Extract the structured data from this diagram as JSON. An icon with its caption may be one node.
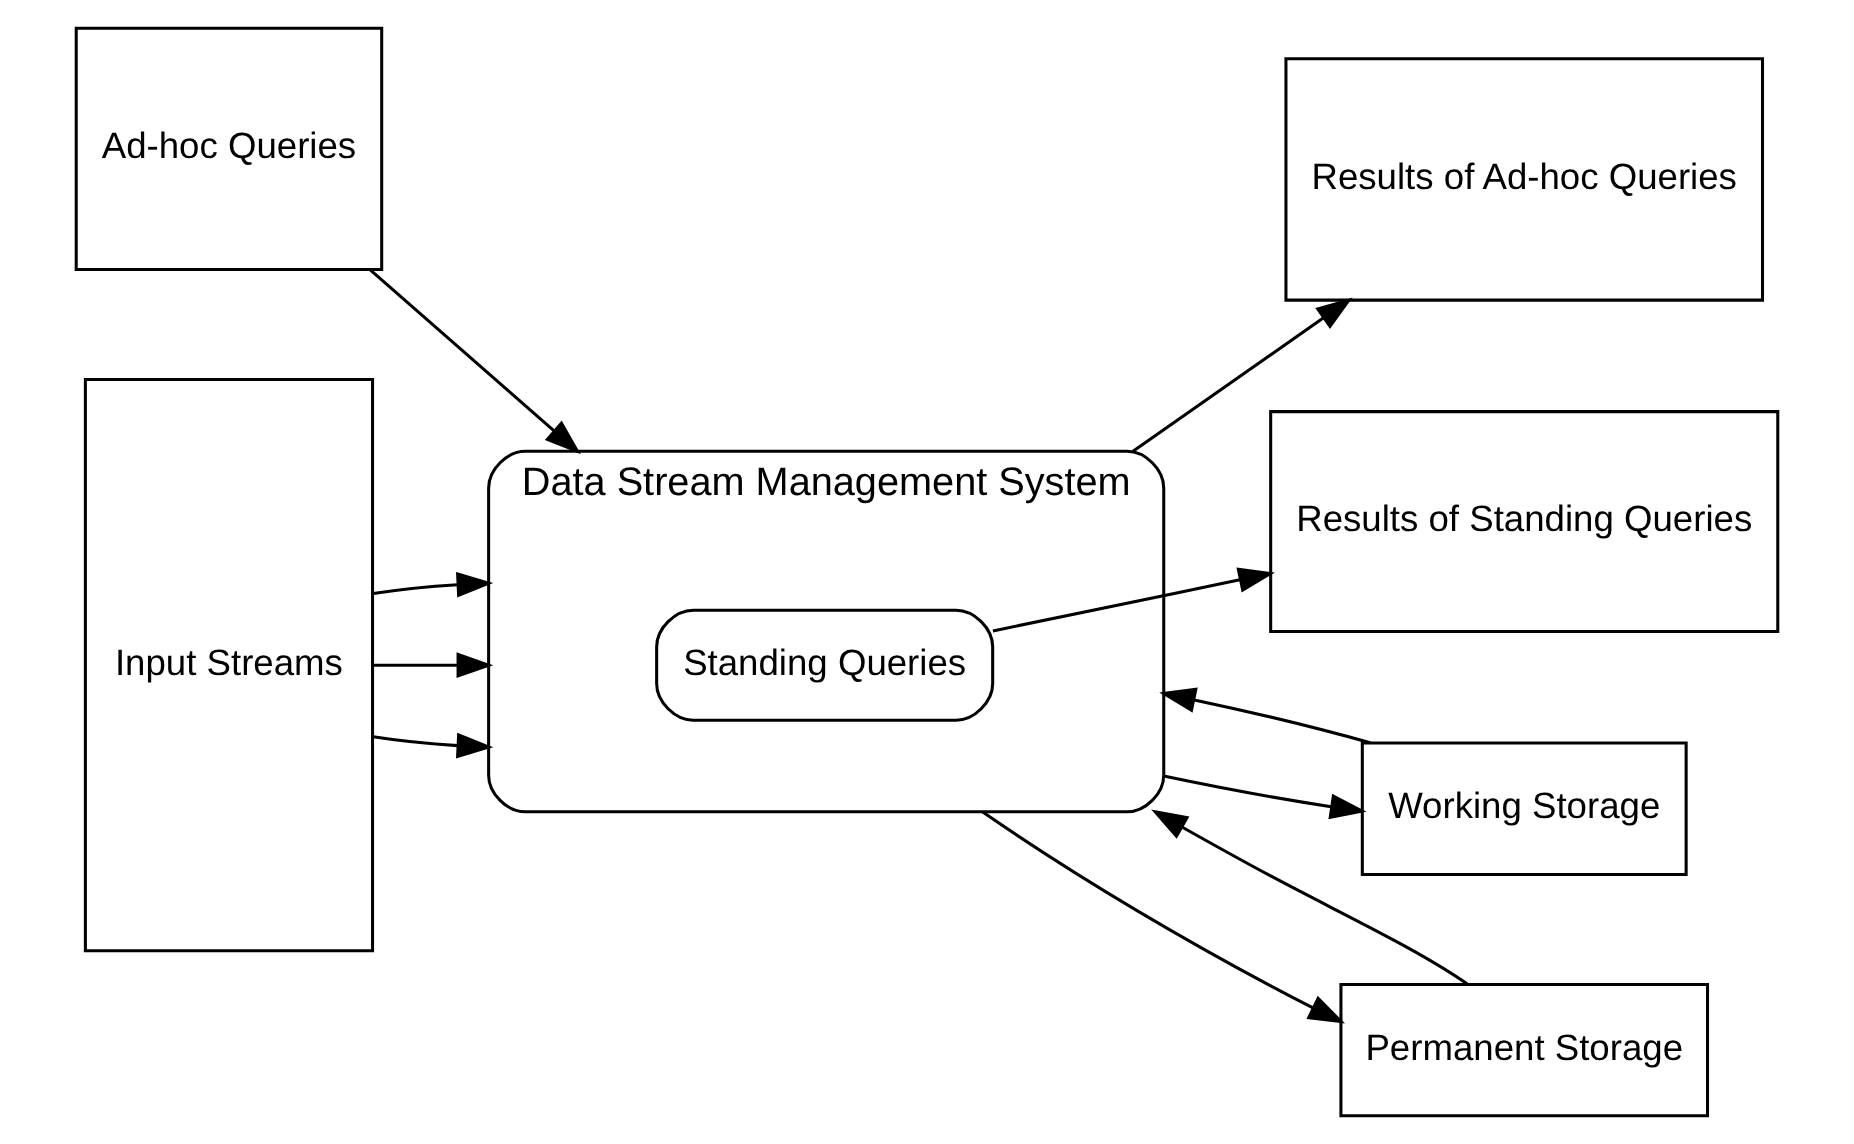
{
  "diagram": {
    "nodes": [
      {
        "text": [
          "Ad-hoc Queries"
        ]
      },
      {
        "text": [
          "Results of Ad-hoc Queries"
        ]
      },
      {
        "text": [
          "Input Streams"
        ]
      },
      {
        "text": [
          "Data Stream Management System"
        ]
      },
      {
        "text": [
          "Standing Queries"
        ],
        "in": 3
      },
      {
        "text": [
          "Results of Standing Queries"
        ]
      },
      {
        "text": [
          "Working Storage"
        ]
      },
      {
        "text": [
          "Permanent Storage"
        ]
      }
    ],
    "edges": [
      {
        "from": 0,
        "to": 3,
        "arrow": "to"
      },
      {
        "from": 3,
        "to": 1,
        "arrow": "to"
      },
      {
        "from": 2,
        "to": 3,
        "arrow": "to"
      },
      {
        "from": 2,
        "to": 3,
        "arrow": "to"
      },
      {
        "from": 2,
        "to": 3,
        "arrow": "to"
      },
      {
        "from": 4,
        "to": 5,
        "arrow": "to"
      },
      {
        "from": 3,
        "to": 6,
        "arrow": "to"
      },
      {
        "from": 6,
        "to": 3,
        "arrow": "to"
      },
      {
        "from": 3,
        "to": 7,
        "arrow": "to"
      },
      {
        "from": 7,
        "to": 3,
        "arrow": "to"
      }
    ]
  }
}
